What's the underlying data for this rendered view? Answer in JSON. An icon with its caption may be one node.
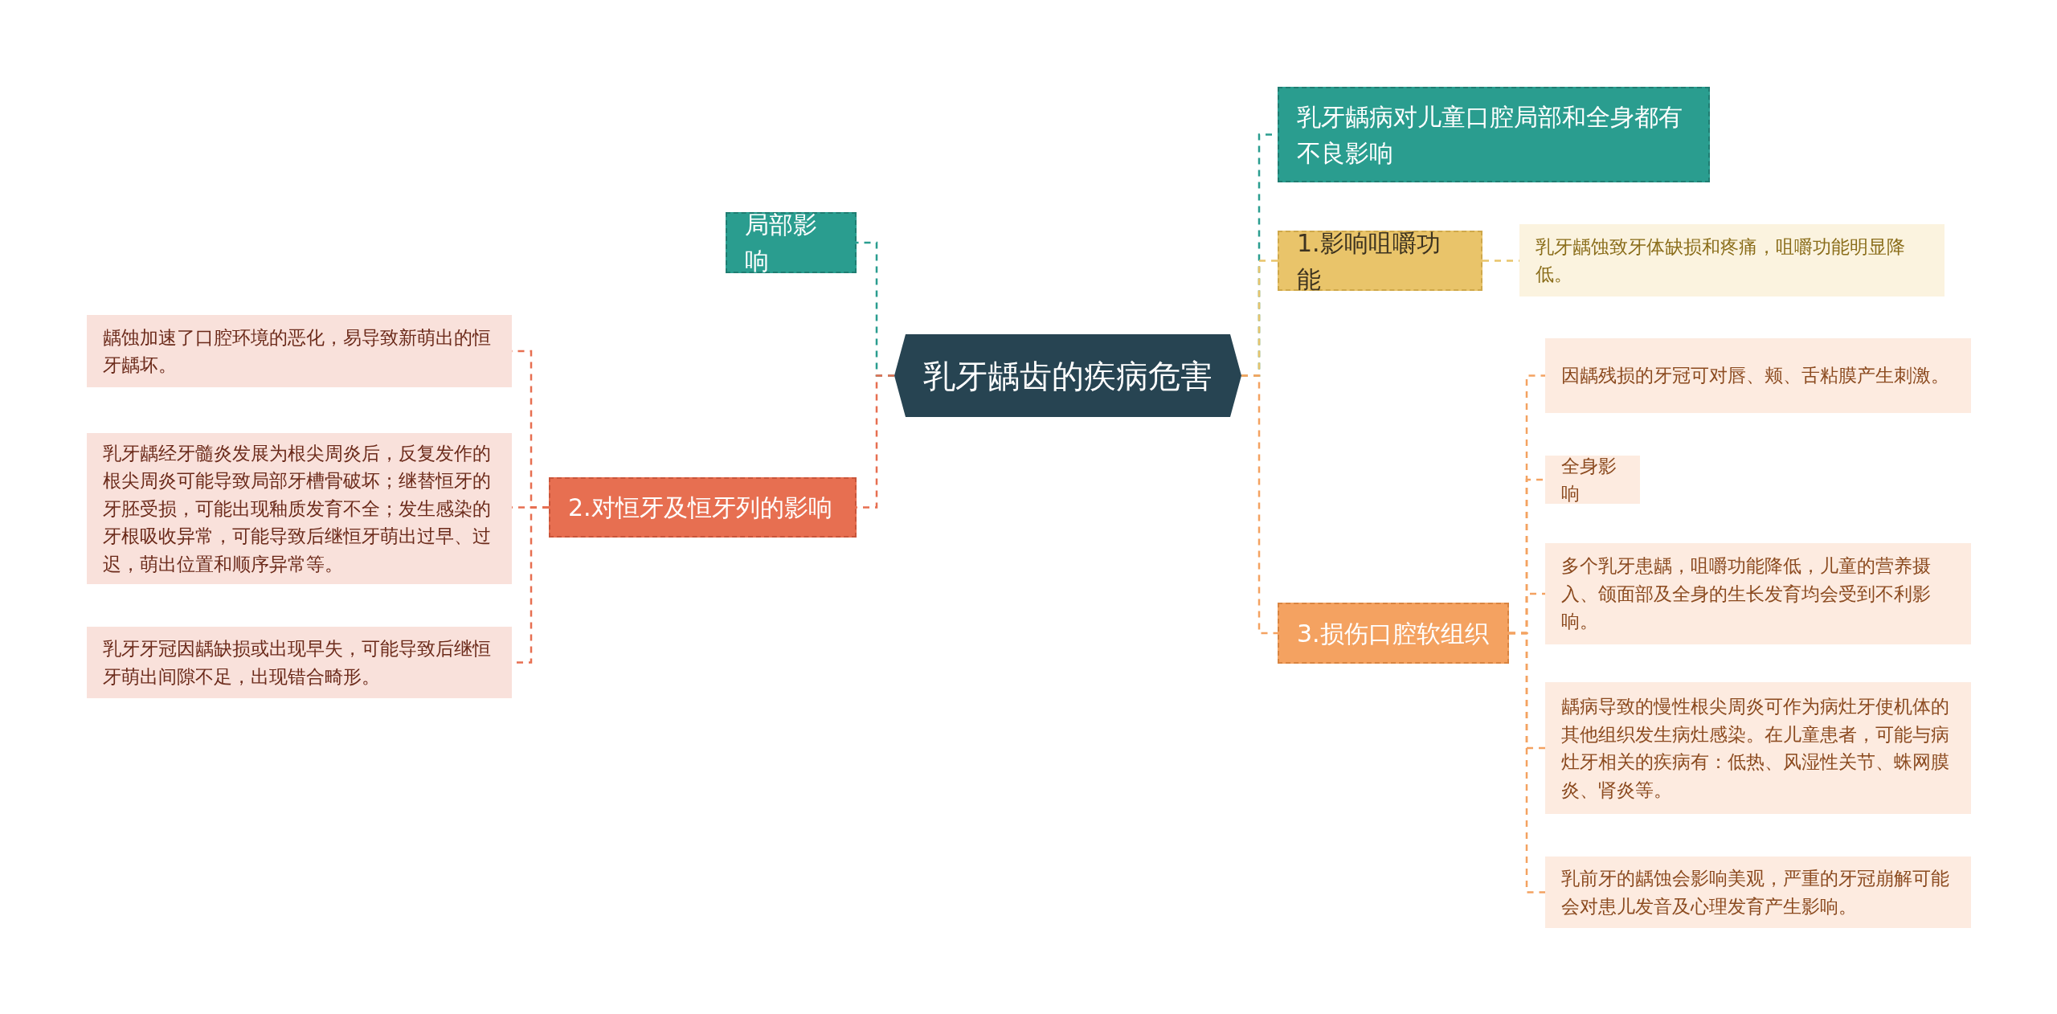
{
  "diagram": {
    "nodes": [
      {
        "text": [
          "乳牙龋齿的疾病危害"
        ]
      },
      {
        "text": [
          "局部影响"
        ]
      },
      {
        "text": [
          "2.对恒牙及恒牙列的影响"
        ]
      },
      {
        "text": [
          "龋蚀加速了口腔环境的恶化，易导致新萌出的恒牙龋坏。"
        ]
      },
      {
        "text": [
          "乳牙龋经牙髓炎发展为根尖周炎后，反复发作的根尖周炎可能导致局部牙槽骨破坏；继替恒牙的牙胚受损，可能出现釉质发育不全；发生感染的牙根吸收异常，可能导致后继恒牙萌出过早、过迟，萌出位置和顺序异常等。"
        ]
      },
      {
        "text": [
          "乳牙牙冠因龋缺损或出现早失，可能导致后继恒牙萌出间隙不足，出现错合畸形。"
        ]
      },
      {
        "text": [
          "乳牙龋病对儿童口腔局部和全身都有不良影响"
        ]
      },
      {
        "text": [
          "1.影响咀嚼功能"
        ]
      },
      {
        "text": [
          "乳牙龋蚀致牙体缺损和疼痛，咀嚼功能明显降低。"
        ]
      },
      {
        "text": [
          "3.损伤口腔软组织"
        ]
      },
      {
        "text": [
          "因龋残损的牙冠可对唇、颊、舌粘膜产生刺激。"
        ]
      },
      {
        "text": [
          "全身影响"
        ]
      },
      {
        "text": [
          "多个乳牙患龋，咀嚼功能降低，儿童的营养摄入、颌面部及全身的生长发育均会受到不利影响。"
        ]
      },
      {
        "text": [
          "龋病导致的慢性根尖周炎可作为病灶牙使机体的其他组织发生病灶感染。在儿童患者，可能与病灶牙相关的疾病有：低热、风湿性关节、蛛网膜炎、肾炎等。"
        ]
      },
      {
        "text": [
          "乳前牙的龋蚀会影响美观，严重的牙冠崩解可能会对患儿发音及心理发育产生影响。"
        ]
      }
    ],
    "edges": [
      {
        "from": 0,
        "to": 1,
        "arrow": "none",
        "color": "#2a9d8f"
      },
      {
        "from": 0,
        "to": 2,
        "arrow": "none",
        "color": "#e76f51"
      },
      {
        "from": 2,
        "to": 3,
        "arrow": "none",
        "color": "#e76f51"
      },
      {
        "from": 2,
        "to": 4,
        "arrow": "none",
        "color": "#e76f51"
      },
      {
        "from": 2,
        "to": 5,
        "arrow": "none",
        "color": "#e76f51"
      },
      {
        "from": 0,
        "to": 6,
        "arrow": "none",
        "color": "#2a9d8f"
      },
      {
        "from": 0,
        "to": 7,
        "arrow": "none",
        "color": "#e9c46a"
      },
      {
        "from": 7,
        "to": 8,
        "arrow": "none",
        "color": "#e9c46a"
      },
      {
        "from": 0,
        "to": 9,
        "arrow": "none"
      },
      {
        "from": 9,
        "to": 10,
        "arrow": "none"
      },
      {
        "from": 9,
        "to": 11,
        "arrow": "none"
      },
      {
        "from": 9,
        "to": 12,
        "arrow": "none"
      },
      {
        "from": 9,
        "to": 13,
        "arrow": "none"
      },
      {
        "from": 9,
        "to": 14,
        "arrow": "none"
      }
    ]
  }
}
